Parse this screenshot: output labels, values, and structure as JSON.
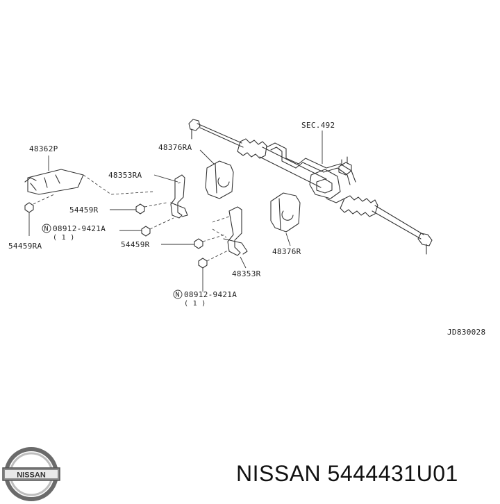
{
  "labels": {
    "p48362P": "48362P",
    "p48353RA": "48353RA",
    "p48376RA": "48376RA",
    "sec492": "SEC.492",
    "p54459R_top": "54459R",
    "p54459RA": "54459RA",
    "nut_top_code": "08912-9421A",
    "nut_top_qty": "( 1 )",
    "p54459R_mid": "54459R",
    "p48376R": "48376R",
    "p48353R": "48353R",
    "nut_bot_code": "08912-9421A",
    "nut_bot_qty": "( 1 )",
    "nut_symbol": "N",
    "drawing_code": "JD830028"
  },
  "logo_text": "NISSAN",
  "footer": {
    "brand": "NISSAN",
    "part_number": "5444431U01"
  }
}
